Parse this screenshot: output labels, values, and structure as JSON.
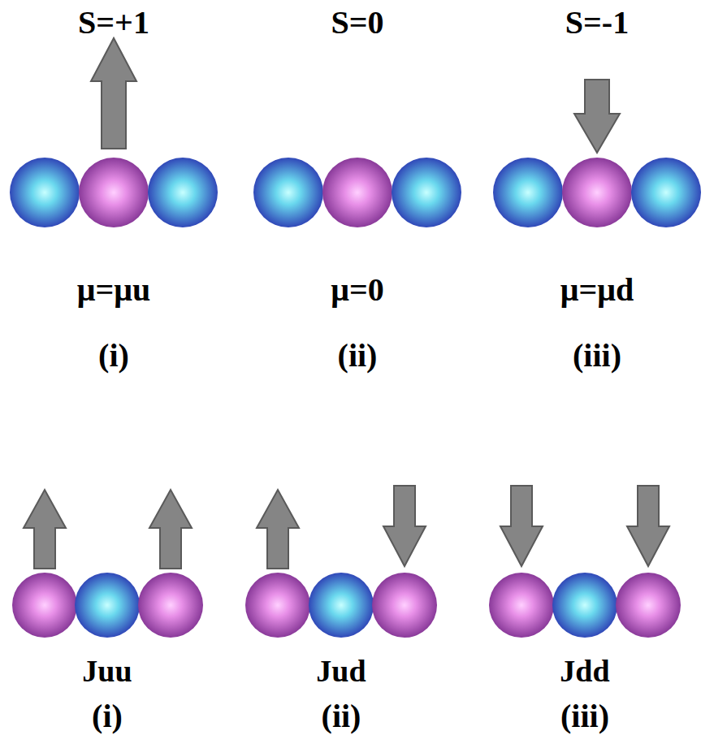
{
  "diagram": {
    "labels": [
      "S=+1",
      "S=0",
      "S=-1",
      "μ=μu",
      "μ=0",
      "μ=μd",
      "(i)",
      "(ii)",
      "(iii)",
      "Juu",
      "Jud",
      "Jdd",
      "(i)",
      "(ii)",
      "(iii)"
    ]
  }
}
